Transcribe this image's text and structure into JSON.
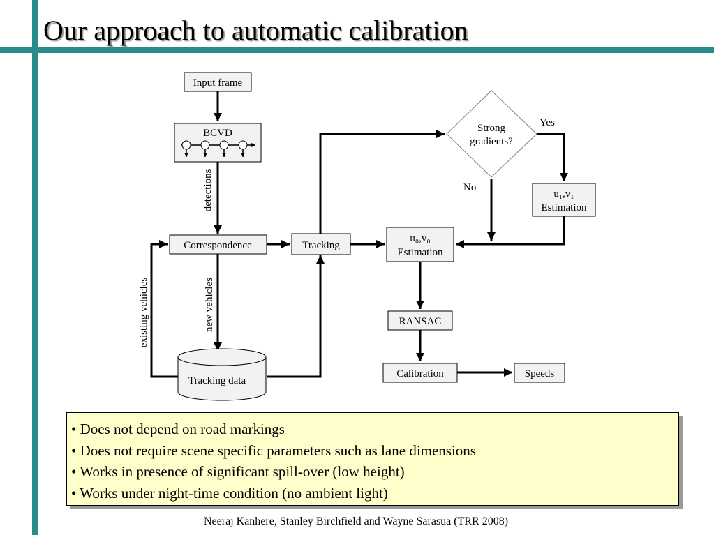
{
  "slide": {
    "title": "Our approach to automatic calibration",
    "footer": "Neeraj Kanhere, Stanley Birchfield and Wayne Sarasua (TRR 2008)",
    "accent_color": "#2a8c8a",
    "bullet_box_color": "#ffffcc"
  },
  "diagram": {
    "nodes": {
      "input_frame": "Input frame",
      "bcvd": "BCVD",
      "correspondence": "Correspondence",
      "tracking": "Tracking",
      "tracking_data": "Tracking data",
      "strong_gradients_line1": "Strong",
      "strong_gradients_line2": "gradients?",
      "u1v1_line1": "u₁,v₁",
      "u1v1_line2": "Estimation",
      "u0v0_line1": "u₀,v₀",
      "u0v0_line2": "Estimation",
      "ransac": "RANSAC",
      "calibration": "Calibration",
      "speeds": "Speeds"
    },
    "edges": {
      "detections": "detections",
      "new_vehicles": "new vehicles",
      "existing_vehicles": "existing vehicles",
      "yes": "Yes",
      "no": "No"
    }
  },
  "bullets": [
    "• Does not depend on road markings",
    "• Does not require scene specific parameters such as lane dimensions",
    "• Works in presence of significant spill-over (low height)",
    "• Works under night-time condition (no ambient light)"
  ]
}
